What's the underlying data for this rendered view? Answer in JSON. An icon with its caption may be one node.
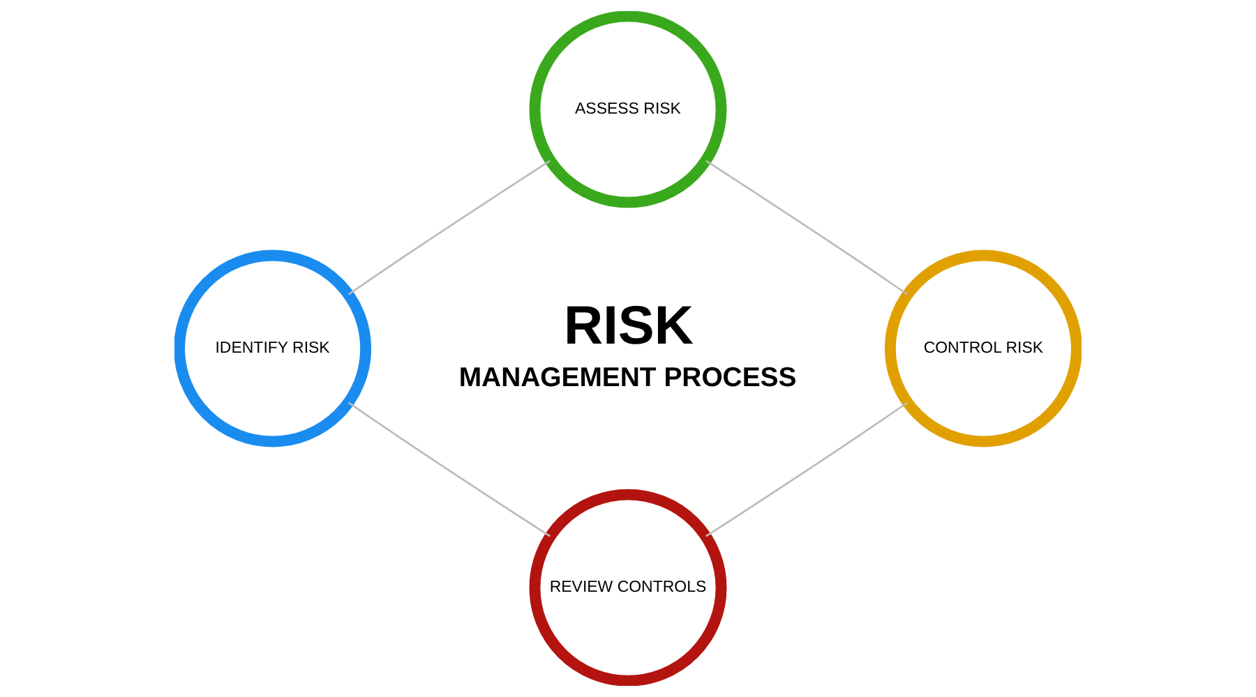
{
  "diagram": {
    "nodes": [
      {
        "text": [
          "ASSESS RISK"
        ]
      },
      {
        "text": [
          "IDENTIFY RISK"
        ]
      },
      {
        "text": [
          "CONTROL RISK"
        ]
      },
      {
        "text": [
          "REVIEW CONTROLS"
        ]
      }
    ],
    "edges": [
      {
        "from": 0,
        "to": 2,
        "arrow": "none"
      },
      {
        "from": 2,
        "to": 3,
        "arrow": "none"
      },
      {
        "from": 3,
        "to": 1,
        "arrow": "none"
      },
      {
        "from": 1,
        "to": 0,
        "arrow": "none"
      }
    ],
    "labels": [
      "RISK",
      "MANAGEMENT PROCESS"
    ]
  }
}
